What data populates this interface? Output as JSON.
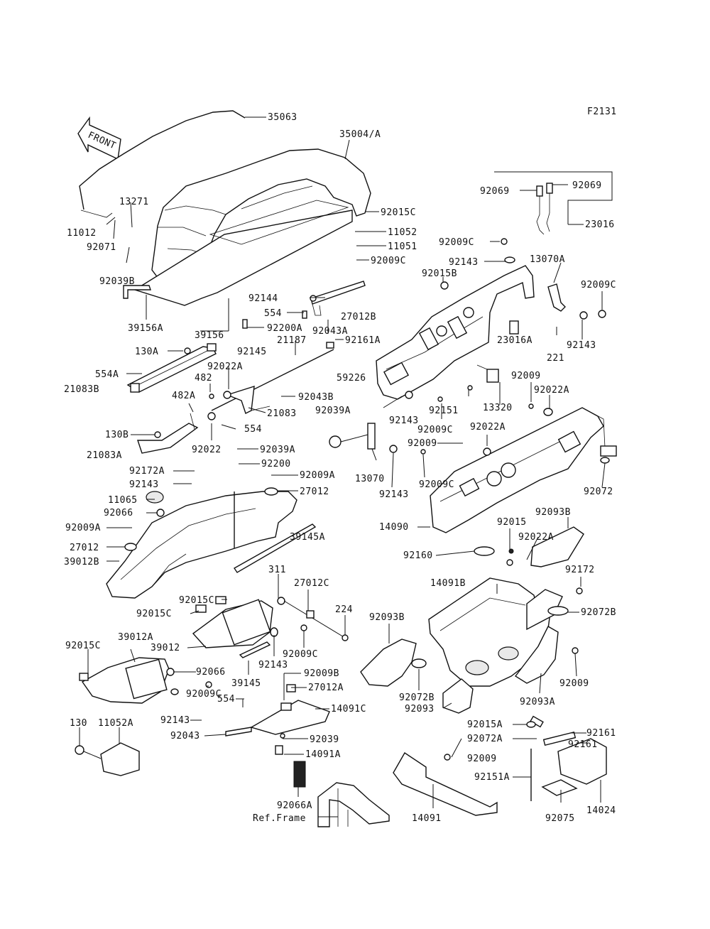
{
  "diagram": {
    "code": "F2131",
    "front_label": "FRONT",
    "ref_frame_label": "Ref.Frame",
    "labels": [
      {
        "id": "35063",
        "text": "35063"
      },
      {
        "id": "35004A",
        "text": "35004/A"
      },
      {
        "id": "13271",
        "text": "13271"
      },
      {
        "id": "11012",
        "text": "11012"
      },
      {
        "id": "92071",
        "text": "92071"
      },
      {
        "id": "92039B",
        "text": "92039B"
      },
      {
        "id": "92015C_top",
        "text": "92015C"
      },
      {
        "id": "11052",
        "text": "11052"
      },
      {
        "id": "11051",
        "text": "11051"
      },
      {
        "id": "92009C_a",
        "text": "92009C"
      },
      {
        "id": "92069_l",
        "text": "92069"
      },
      {
        "id": "92069_r",
        "text": "92069"
      },
      {
        "id": "23016",
        "text": "23016"
      },
      {
        "id": "92009C_b",
        "text": "92009C"
      },
      {
        "id": "92143_a",
        "text": "92143"
      },
      {
        "id": "13070A",
        "text": "13070A"
      },
      {
        "id": "92015B",
        "text": "92015B"
      },
      {
        "id": "92009C_c",
        "text": "92009C"
      },
      {
        "id": "92144",
        "text": "92144"
      },
      {
        "id": "554_a",
        "text": "554"
      },
      {
        "id": "27012B",
        "text": "27012B"
      },
      {
        "id": "92200A",
        "text": "92200A"
      },
      {
        "id": "92043A",
        "text": "92043A"
      },
      {
        "id": "39156A",
        "text": "39156A"
      },
      {
        "id": "39156",
        "text": "39156"
      },
      {
        "id": "92161A",
        "text": "92161A"
      },
      {
        "id": "23016A",
        "text": "23016A"
      },
      {
        "id": "221",
        "text": "221"
      },
      {
        "id": "92143_b",
        "text": "92143"
      },
      {
        "id": "130A",
        "text": "130A"
      },
      {
        "id": "92145",
        "text": "92145"
      },
      {
        "id": "21187",
        "text": "21187"
      },
      {
        "id": "554A",
        "text": "554A"
      },
      {
        "id": "92022A_a",
        "text": "92022A"
      },
      {
        "id": "59226",
        "text": "59226"
      },
      {
        "id": "21083B",
        "text": "21083B"
      },
      {
        "id": "482",
        "text": "482"
      },
      {
        "id": "92043B",
        "text": "92043B"
      },
      {
        "id": "92009_a",
        "text": "92009"
      },
      {
        "id": "13320",
        "text": "13320"
      },
      {
        "id": "92022A_b",
        "text": "92022A"
      },
      {
        "id": "482A",
        "text": "482A"
      },
      {
        "id": "21083",
        "text": "21083"
      },
      {
        "id": "92039A",
        "text": "92039A"
      },
      {
        "id": "92143_c",
        "text": "92143"
      },
      {
        "id": "92151",
        "text": "92151"
      },
      {
        "id": "554_b",
        "text": "554"
      },
      {
        "id": "92009C_d",
        "text": "92009C"
      },
      {
        "id": "92022A_c",
        "text": "92022A"
      },
      {
        "id": "130B",
        "text": "130B"
      },
      {
        "id": "92022",
        "text": "92022"
      },
      {
        "id": "92039A_b",
        "text": "92039A"
      },
      {
        "id": "92009_b",
        "text": "92009"
      },
      {
        "id": "21083A",
        "text": "21083A"
      },
      {
        "id": "92200",
        "text": "92200"
      },
      {
        "id": "92072",
        "text": "92072"
      },
      {
        "id": "92172A",
        "text": "92172A"
      },
      {
        "id": "92009A_a",
        "text": "92009A"
      },
      {
        "id": "92009C_e",
        "text": "92009C"
      },
      {
        "id": "92143_d",
        "text": "92143"
      },
      {
        "id": "27012",
        "text": "27012"
      },
      {
        "id": "13070",
        "text": "13070"
      },
      {
        "id": "92143_e",
        "text": "92143"
      },
      {
        "id": "11065",
        "text": "11065"
      },
      {
        "id": "92066_a",
        "text": "92066"
      },
      {
        "id": "92093B_a",
        "text": "92093B"
      },
      {
        "id": "14090",
        "text": "14090"
      },
      {
        "id": "92015",
        "text": "92015"
      },
      {
        "id": "92022A_d",
        "text": "92022A"
      },
      {
        "id": "92009A_b",
        "text": "92009A"
      },
      {
        "id": "39145A",
        "text": "39145A"
      },
      {
        "id": "27012_b",
        "text": "27012"
      },
      {
        "id": "92160",
        "text": "92160"
      },
      {
        "id": "92172",
        "text": "92172"
      },
      {
        "id": "39012B",
        "text": "39012B"
      },
      {
        "id": "311",
        "text": "311"
      },
      {
        "id": "27012C",
        "text": "27012C"
      },
      {
        "id": "14091B",
        "text": "14091B"
      },
      {
        "id": "92015C_b",
        "text": "92015C"
      },
      {
        "id": "224",
        "text": "224"
      },
      {
        "id": "92015C_c",
        "text": "92015C"
      },
      {
        "id": "92093B_b",
        "text": "92093B"
      },
      {
        "id": "92072B_a",
        "text": "92072B"
      },
      {
        "id": "39012A",
        "text": "39012A"
      },
      {
        "id": "92015C_d",
        "text": "92015C"
      },
      {
        "id": "39012",
        "text": "39012"
      },
      {
        "id": "92009C_f",
        "text": "92009C"
      },
      {
        "id": "92143_f",
        "text": "92143"
      },
      {
        "id": "92066_b",
        "text": "92066"
      },
      {
        "id": "39145",
        "text": "39145"
      },
      {
        "id": "92009B",
        "text": "92009B"
      },
      {
        "id": "92009_c",
        "text": "92009"
      },
      {
        "id": "27012A",
        "text": "27012A"
      },
      {
        "id": "92072B_b",
        "text": "92072B"
      },
      {
        "id": "92009C_g",
        "text": "92009C"
      },
      {
        "id": "554_c",
        "text": "554"
      },
      {
        "id": "14091C",
        "text": "14091C"
      },
      {
        "id": "92093",
        "text": "92093"
      },
      {
        "id": "92093A",
        "text": "92093A"
      },
      {
        "id": "92143_g",
        "text": "92143"
      },
      {
        "id": "92015A",
        "text": "92015A"
      },
      {
        "id": "92161_a",
        "text": "92161"
      },
      {
        "id": "130",
        "text": "130"
      },
      {
        "id": "11052A",
        "text": "11052A"
      },
      {
        "id": "92043",
        "text": "92043"
      },
      {
        "id": "92039",
        "text": "92039"
      },
      {
        "id": "92072A",
        "text": "92072A"
      },
      {
        "id": "92161_b",
        "text": "92161"
      },
      {
        "id": "14091A",
        "text": "14091A"
      },
      {
        "id": "92009_d",
        "text": "92009"
      },
      {
        "id": "92151A",
        "text": "92151A"
      },
      {
        "id": "92066A",
        "text": "92066A"
      },
      {
        "id": "14091",
        "text": "14091"
      },
      {
        "id": "92075",
        "text": "92075"
      },
      {
        "id": "14024",
        "text": "14024"
      }
    ]
  }
}
